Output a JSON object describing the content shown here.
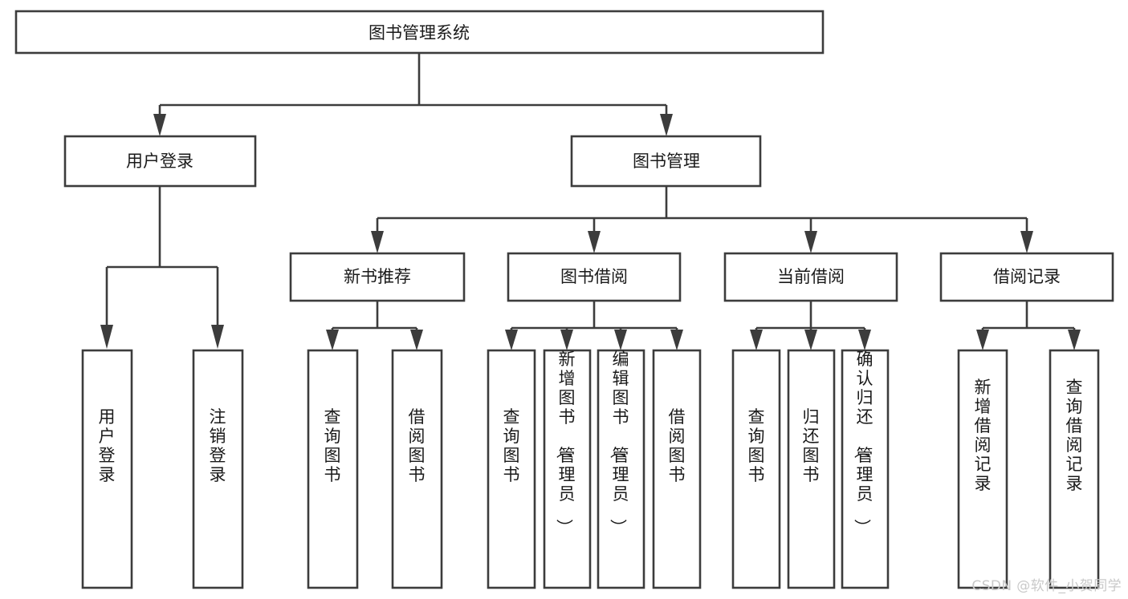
{
  "diagram": {
    "type": "tree-hierarchy",
    "title": "图书管理系统",
    "watermark": "CSDN @软件_小贺同学",
    "colors": {
      "stroke": "#3c3c3c",
      "fill": "#ffffff",
      "text": "#1a1a1a",
      "watermark": "#c9c9c9",
      "background": "#ffffff"
    },
    "levels": {
      "root": {
        "label": "图书管理系统"
      },
      "level2": [
        {
          "label": "用户登录"
        },
        {
          "label": "图书管理"
        }
      ],
      "level3": [
        {
          "label": "新书推荐"
        },
        {
          "label": "图书借阅"
        },
        {
          "label": "当前借阅"
        },
        {
          "label": "借阅记录"
        }
      ],
      "leaves": [
        {
          "label": "用户登录",
          "parent": "用户登录"
        },
        {
          "label": "注销登录",
          "parent": "用户登录"
        },
        {
          "label": "查询图书",
          "parent": "新书推荐"
        },
        {
          "label": "借阅图书",
          "parent": "新书推荐"
        },
        {
          "label": "查询图书",
          "parent": "图书借阅"
        },
        {
          "label": "新增图书（管理员）",
          "parent": "图书借阅"
        },
        {
          "label": "编辑图书（管理员）",
          "parent": "图书借阅"
        },
        {
          "label": "借阅图书",
          "parent": "图书借阅"
        },
        {
          "label": "查询图书",
          "parent": "当前借阅"
        },
        {
          "label": "归还图书",
          "parent": "当前借阅"
        },
        {
          "label": "确认归还（管理员）",
          "parent": "当前借阅"
        },
        {
          "label": "新增借阅记录",
          "parent": "借阅记录"
        },
        {
          "label": "查询借阅记录",
          "parent": "借阅记录"
        }
      ]
    }
  }
}
